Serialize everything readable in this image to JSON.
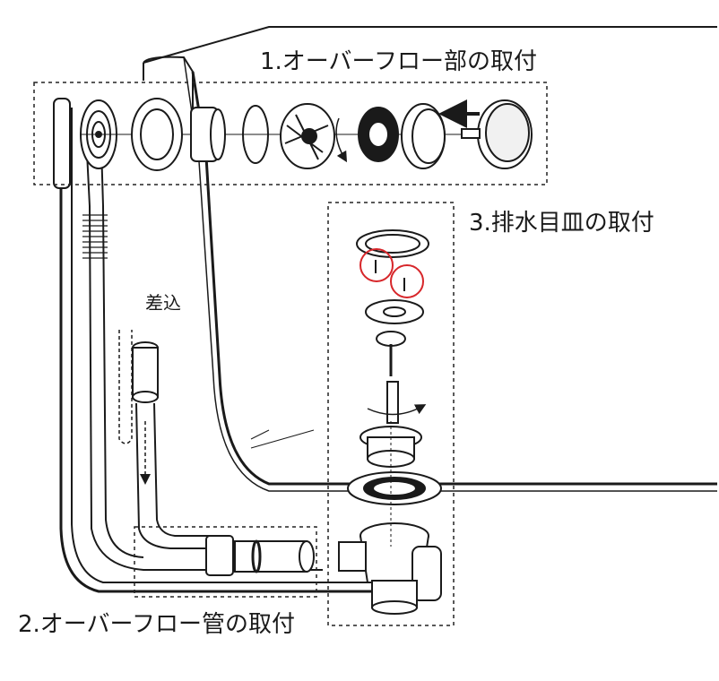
{
  "labels": {
    "overflow_part": "1.オーバーフロー部の取付",
    "overflow_pipe": "2.オーバーフロー管の取付",
    "drain_plate": "3.排水目皿の取付",
    "insert": "差込"
  },
  "colors": {
    "line": "#1a1a1a",
    "highlight_circle": "#d7262a",
    "dashed_box": "#222222"
  }
}
